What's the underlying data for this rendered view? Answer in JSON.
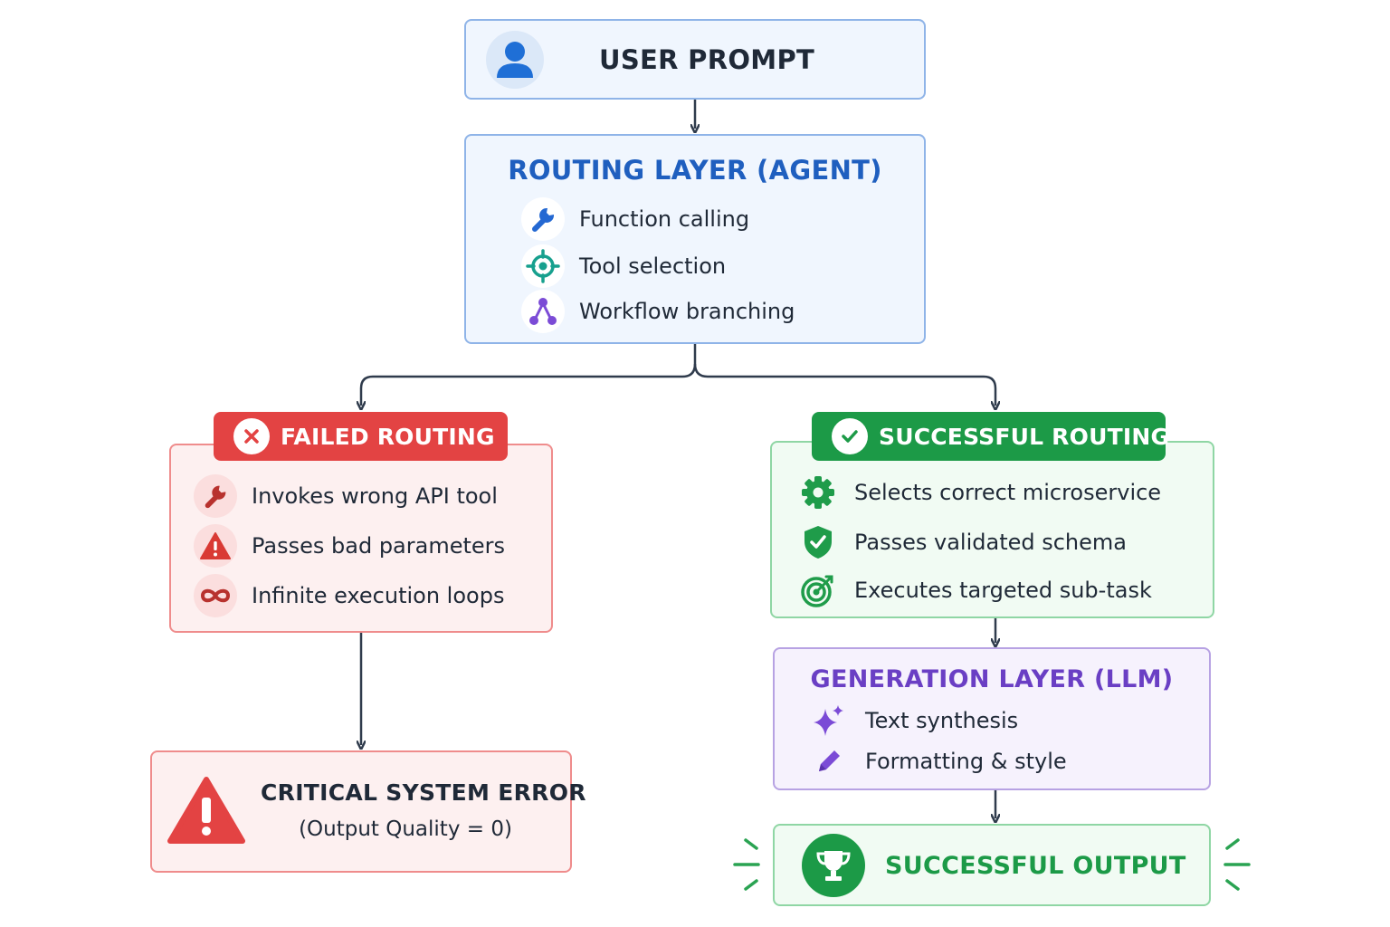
{
  "user_prompt": {
    "title": "USER PROMPT",
    "icon": "user-icon"
  },
  "routing_layer": {
    "title": "ROUTING LAYER (AGENT)",
    "items": [
      {
        "label": "Function calling",
        "icon": "wrench-icon"
      },
      {
        "label": "Tool selection",
        "icon": "crosshair-icon"
      },
      {
        "label": "Workflow branching",
        "icon": "branch-icon"
      }
    ]
  },
  "failed_routing": {
    "title": "FAILED ROUTING",
    "icon": "x-circle-icon",
    "items": [
      {
        "label": "Invokes wrong API tool",
        "icon": "wrench-icon"
      },
      {
        "label": "Passes bad parameters",
        "icon": "warning-icon"
      },
      {
        "label": "Infinite execution loops",
        "icon": "infinity-icon"
      }
    ]
  },
  "successful_routing": {
    "title": "SUCCESSFUL ROUTING",
    "icon": "check-circle-icon",
    "items": [
      {
        "label": "Selects correct microservice",
        "icon": "gear-icon"
      },
      {
        "label": "Passes validated schema",
        "icon": "shield-check-icon"
      },
      {
        "label": "Executes targeted sub-task",
        "icon": "target-icon"
      }
    ]
  },
  "generation_layer": {
    "title": "GENERATION LAYER (LLM)",
    "items": [
      {
        "label": "Text synthesis",
        "icon": "sparkle-icon"
      },
      {
        "label": "Formatting & style",
        "icon": "pencil-icon"
      }
    ]
  },
  "critical_error": {
    "title": "CRITICAL SYSTEM ERROR",
    "subtitle": "(Output Quality = 0)",
    "icon": "warning-icon"
  },
  "successful_output": {
    "title": "SUCCESSFUL OUTPUT",
    "icon": "trophy-icon"
  },
  "colors": {
    "blue": "#1f5fbf",
    "red": "#e34343",
    "green": "#1c9a47",
    "purple": "#6a3fc4",
    "connector": "#2f3b4c"
  }
}
